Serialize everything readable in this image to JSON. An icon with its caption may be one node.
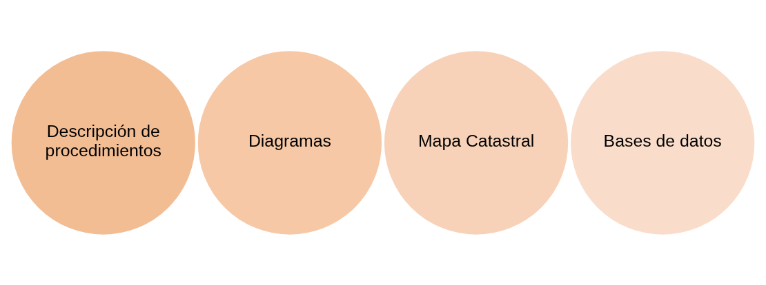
{
  "diagram": {
    "nodes": [
      {
        "text": [
          "Descripción de procedimientos"
        ]
      },
      {
        "text": [
          "Diagramas"
        ]
      },
      {
        "text": [
          "Mapa Catastral"
        ]
      },
      {
        "text": [
          "Bases de datos"
        ]
      }
    ]
  }
}
